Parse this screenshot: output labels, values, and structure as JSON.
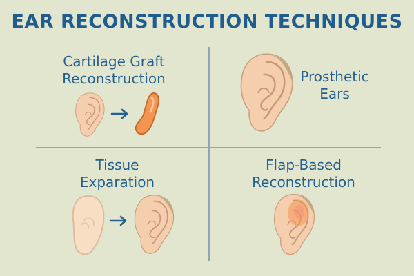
{
  "title": "EAR RECONSTRUCTION TECHNIQUES",
  "panels": [
    {
      "line1": "Cartilage Graft",
      "line2": "Reconstruction"
    },
    {
      "line1": "Prosthetic",
      "line2": "Ears"
    },
    {
      "line1": "Tissue",
      "line2": "Exparation"
    },
    {
      "line1": "Flap-Based",
      "line2": "Reconstruction"
    }
  ],
  "colors": {
    "background": "#e2e6cf",
    "title": "#1f5d8f",
    "label": "#24608f",
    "skin": "#f5cfad",
    "cartilage": "#f29550",
    "hair": "#b9a57c",
    "divider": "#8fa7b3"
  },
  "icons": [
    "ear-icon",
    "arrow-right-icon",
    "cartilage-graft-icon",
    "prosthetic-ear-icon",
    "tissue-expander-icon",
    "flap-ear-icon"
  ]
}
